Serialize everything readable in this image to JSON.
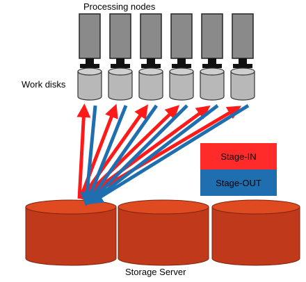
{
  "labels": {
    "processing_nodes": "Processing nodes",
    "work_disks": "Work disks",
    "storage_server": "Storage Server"
  },
  "legend": {
    "stage_in": {
      "label": "Stage-IN",
      "color": "#ff2a2a"
    },
    "stage_out": {
      "label": "Stage-OUT",
      "color": "#1f6fb0"
    }
  },
  "colors": {
    "node_body": "#8a8a8a",
    "node_stand": "#111111",
    "disk": "#b8b8b8",
    "storage": "#c0391b",
    "storage_top": "#e04a20",
    "arrow_in": "#ff1a1a",
    "arrow_out": "#1f6fb0"
  },
  "nodes": [
    {
      "name": "node-1"
    },
    {
      "name": "node-2"
    },
    {
      "name": "node-3"
    },
    {
      "name": "node-4"
    },
    {
      "name": "node-5"
    },
    {
      "name": "node-6"
    }
  ],
  "storage": [
    {
      "name": "storage-1"
    },
    {
      "name": "storage-2"
    },
    {
      "name": "storage-3"
    }
  ]
}
